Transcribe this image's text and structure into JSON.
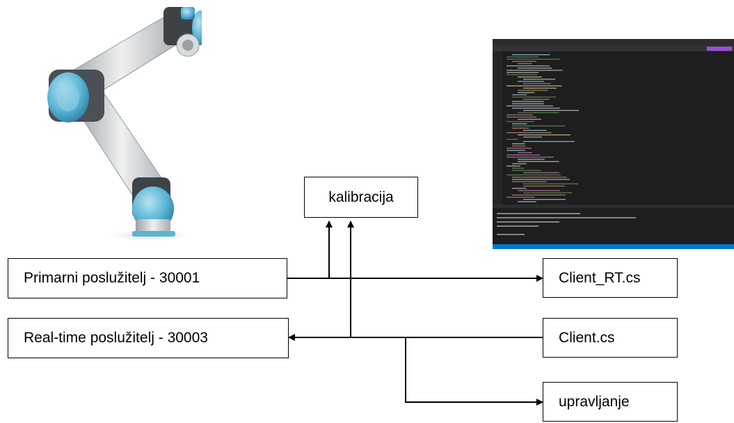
{
  "nodes": {
    "kalibracija": "kalibracija",
    "primarni": "Primarni poslužitelj - 30001",
    "realtime": "Real-time poslužitelj - 30003",
    "client_rt": "Client_RT.cs",
    "client": "Client.cs",
    "upravljanje": "upravljanje"
  },
  "images": {
    "robot": "robot-arm-image",
    "ide": "code-editor-screenshot"
  },
  "colors": {
    "robot_cap": "#5ab4d6",
    "ide_bg": "#1e1e1e",
    "ide_status": "#007acc",
    "ide_accent": "#9b4fd6"
  }
}
